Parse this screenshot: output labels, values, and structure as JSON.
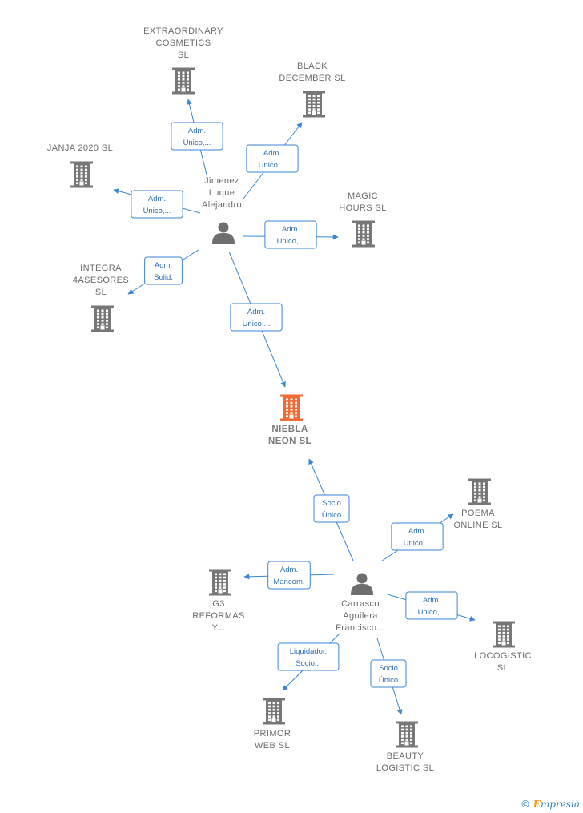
{
  "colors": {
    "edge": "#3a86d4",
    "company": "#777777",
    "focus_company": "#f06a35",
    "person": "#6e6e6e",
    "label_text": "#6b6b6b"
  },
  "nodes": [
    {
      "id": "extraordinary",
      "type": "company",
      "icon": "building-icon",
      "label_lines": [
        "EXTRAORDINARY",
        "COSMETICS",
        "SL"
      ]
    },
    {
      "id": "black",
      "type": "company",
      "icon": "building-icon",
      "label_lines": [
        "BLACK",
        "DECEMBER  SL"
      ]
    },
    {
      "id": "janja",
      "type": "company",
      "icon": "building-icon",
      "label_lines": [
        "JANJA 2020  SL"
      ]
    },
    {
      "id": "jimenez",
      "type": "person",
      "icon": "person-icon",
      "label_lines": [
        "Jimenez",
        "Luque",
        "Alejandro"
      ]
    },
    {
      "id": "magic",
      "type": "company",
      "icon": "building-icon",
      "label_lines": [
        "MAGIC",
        "HOURS  SL"
      ]
    },
    {
      "id": "integra",
      "type": "company",
      "icon": "building-icon",
      "label_lines": [
        "INTEGRA",
        "4ASESORES",
        "SL"
      ]
    },
    {
      "id": "niebla",
      "type": "company",
      "focus": true,
      "icon": "building-icon",
      "label_lines": [
        "NIEBLA",
        "NEON  SL"
      ]
    },
    {
      "id": "poema",
      "type": "company",
      "icon": "building-icon",
      "label_lines": [
        "POEMA",
        "ONLINE  SL"
      ]
    },
    {
      "id": "g3",
      "type": "company",
      "icon": "building-icon",
      "label_lines": [
        "G3",
        "REFORMAS",
        "Y..."
      ]
    },
    {
      "id": "carrasco",
      "type": "person",
      "icon": "person-icon",
      "label_lines": [
        "Carrasco",
        "Aguilera",
        "Francisco..."
      ]
    },
    {
      "id": "locogistic",
      "type": "company",
      "icon": "building-icon",
      "label_lines": [
        "LOCOGISTIC",
        "SL"
      ]
    },
    {
      "id": "primor",
      "type": "company",
      "icon": "building-icon",
      "label_lines": [
        "PRIMOR",
        "WEB  SL"
      ]
    },
    {
      "id": "beauty",
      "type": "company",
      "icon": "building-icon",
      "label_lines": [
        "BEAUTY",
        "LOGISTIC  SL"
      ]
    }
  ],
  "edges": [
    {
      "from": "jimenez",
      "to": "extraordinary",
      "label_lines": [
        "Adm.",
        "Unico,..."
      ]
    },
    {
      "from": "jimenez",
      "to": "black",
      "label_lines": [
        "Adm.",
        "Unico,..."
      ]
    },
    {
      "from": "jimenez",
      "to": "janja",
      "label_lines": [
        "Adm.",
        "Unico,..."
      ]
    },
    {
      "from": "jimenez",
      "to": "magic",
      "label_lines": [
        "Adm.",
        "Unico,..."
      ]
    },
    {
      "from": "jimenez",
      "to": "integra",
      "label_lines": [
        "Adm.",
        "Solid."
      ]
    },
    {
      "from": "jimenez",
      "to": "niebla",
      "label_lines": [
        "Adm.",
        "Unico,..."
      ]
    },
    {
      "from": "carrasco",
      "to": "niebla",
      "label_lines": [
        "Socio",
        "Único"
      ]
    },
    {
      "from": "carrasco",
      "to": "poema",
      "label_lines": [
        "Adm.",
        "Unico,..."
      ]
    },
    {
      "from": "carrasco",
      "to": "g3",
      "label_lines": [
        "Adm.",
        "Mancom."
      ]
    },
    {
      "from": "carrasco",
      "to": "locogistic",
      "label_lines": [
        "Adm.",
        "Unico,..."
      ]
    },
    {
      "from": "carrasco",
      "to": "primor",
      "label_lines": [
        "Liquidador,",
        "Socio..."
      ]
    },
    {
      "from": "carrasco",
      "to": "beauty",
      "label_lines": [
        "Socio",
        "Único"
      ]
    }
  ],
  "credit": {
    "symbol": "©",
    "brand_initial": "E",
    "brand_rest": "mpresia"
  }
}
